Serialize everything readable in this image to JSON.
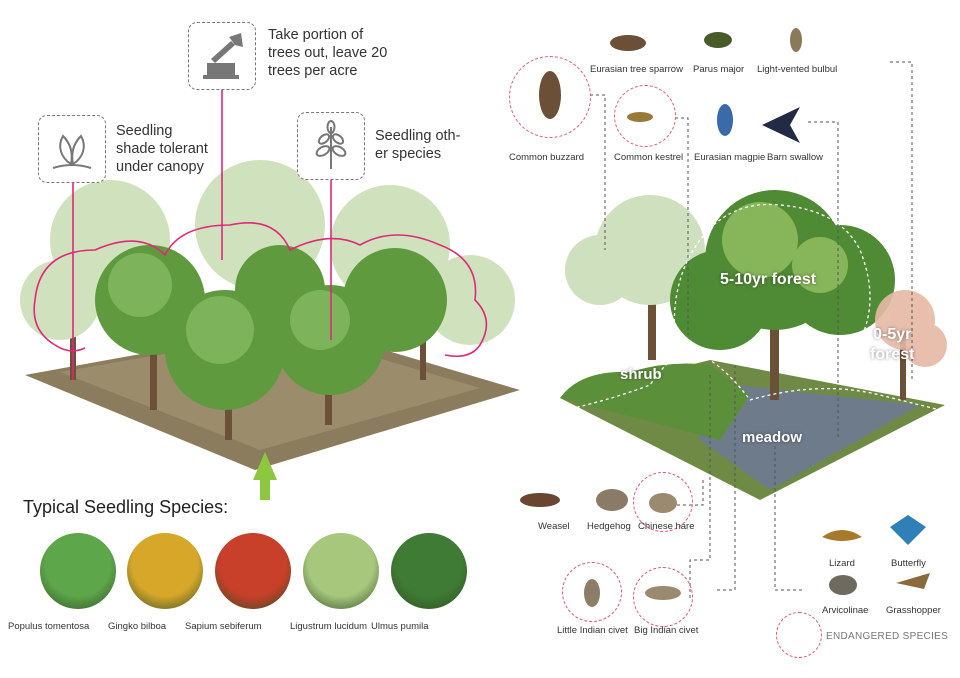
{
  "left": {
    "callouts": {
      "harvest": "Take portion of trees out, leave 20 trees per acre",
      "shade": "Seedling shade tolerant under canopy",
      "other": "Seedling oth- er species"
    },
    "harvest_lines": [
      "Take portion of",
      "trees out, leave 20",
      "trees per acre"
    ],
    "shade_lines": [
      "Seedling",
      "shade tolerant",
      "under canopy"
    ],
    "other_lines": [
      "Seedling oth-",
      "er species"
    ],
    "icons": [
      "axe-stump-icon",
      "seedling-icon",
      "sprout-icon"
    ],
    "species_heading": "Typical Seedling Species:",
    "species": [
      {
        "name": "Populus tomentosa",
        "color": "#5ea64a"
      },
      {
        "name": "Gingko bilboa",
        "color": "#d7a72a"
      },
      {
        "name": "Sapium sebiferum",
        "color": "#c8402a"
      },
      {
        "name": "Ligustrum lucidum",
        "color": "#a7c77d"
      },
      {
        "name": "Ulmus pumila",
        "color": "#3f7b34"
      }
    ]
  },
  "right": {
    "zones": {
      "forest_5_10": "5-10yr forest",
      "forest_0_5_a": "0-5yr",
      "forest_0_5_b": "forest",
      "shrub": "shrub",
      "meadow": "meadow"
    },
    "birds": [
      "Eurasian tree sparrow",
      "Parus major",
      "Light-vented bulbul",
      "Common buzzard",
      "Common kestrel",
      "Eurasian magpie",
      "Barn swallow"
    ],
    "animals": [
      "Weasel",
      "Hedgehog",
      "Chinese hare",
      "Little Indian civet",
      "Big Indian civet",
      "Lizard",
      "Butterfly",
      "Arvicolinae",
      "Grasshopper"
    ],
    "legend": "ENDANGERED SPECIES"
  },
  "colors": {
    "accent": "#e0287a",
    "arrow": "#8dc63f",
    "endangered": "#e05a6a"
  }
}
